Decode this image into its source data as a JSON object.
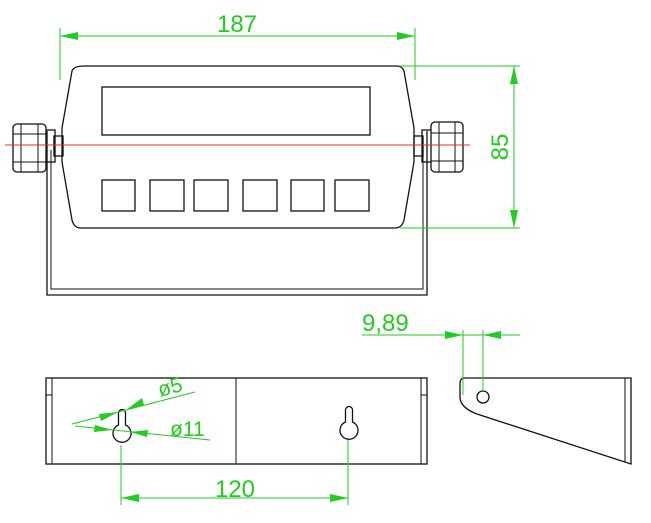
{
  "dimensions": {
    "width_187": "187",
    "height_85": "85",
    "offset_9_89": "9,89",
    "hole_d5": "ø5",
    "hole_d11": "ø11",
    "spacing_120": "120"
  },
  "colors": {
    "outline": "#111111",
    "dimension": "#22cc22",
    "centerline": "#e03030",
    "background": "#ffffff"
  },
  "views": [
    "front-view",
    "bottom-view",
    "side-view"
  ]
}
